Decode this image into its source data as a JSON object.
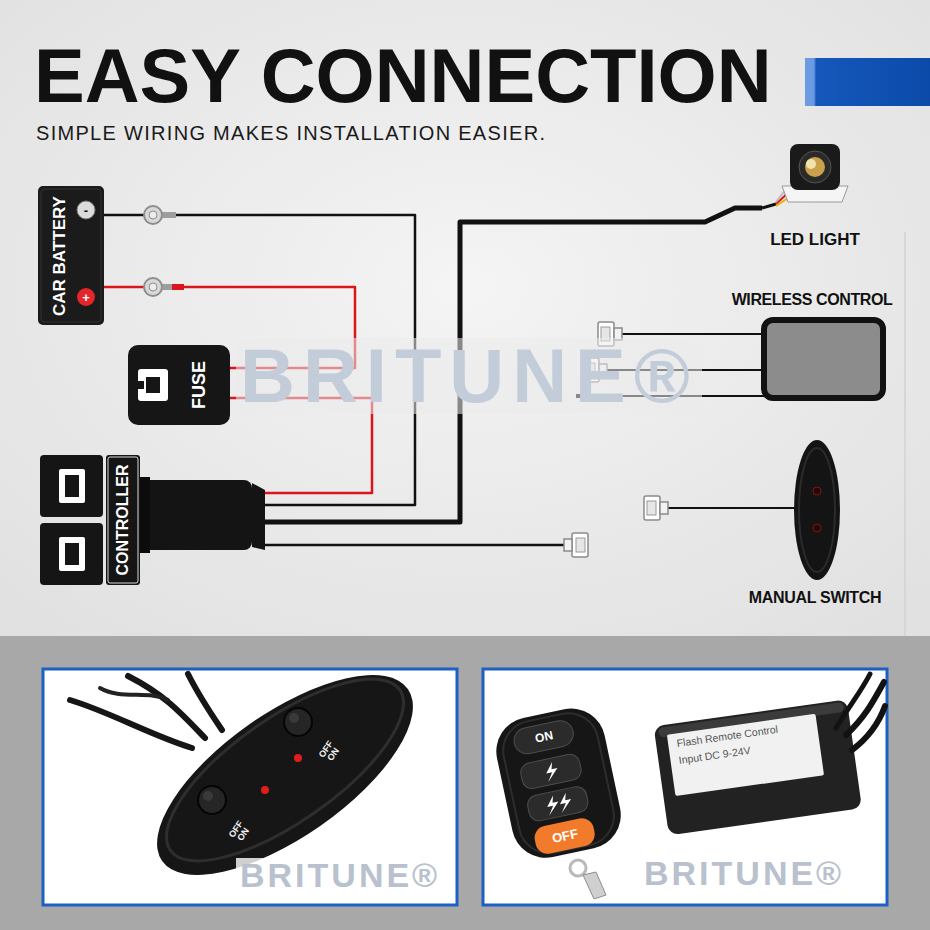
{
  "diagram": {
    "title": "EASY CONNECTION",
    "caption": "SIMPLE WIRING MAKES INSTALLATION EASIER.",
    "nodes": [
      {
        "text": [
          "CAR BATTERY",
          "-",
          "+"
        ]
      },
      {
        "text": [
          "FUSE"
        ]
      },
      {
        "text": [
          "CONTROLLER"
        ]
      },
      {
        "text": [
          "LED LIGHT"
        ]
      },
      {
        "text": [
          "WIRELESS CONTROL"
        ]
      },
      {
        "text": [
          "MANUAL SWITCH"
        ]
      }
    ],
    "edges": [
      {
        "from": 0,
        "to": 1,
        "arrow": "none"
      },
      {
        "from": 1,
        "to": 2,
        "arrow": "none"
      },
      {
        "from": 0,
        "to": 2,
        "arrow": "none"
      },
      {
        "from": 2,
        "to": 3,
        "arrow": "none"
      }
    ],
    "labels": [
      "BRITUNE®",
      "OFF ON",
      "OFF ON",
      "BRITUNE®",
      "ON",
      "OFF",
      "Flash Remote Control",
      "Input DC 9-24V",
      "BRITUNE®"
    ]
  }
}
